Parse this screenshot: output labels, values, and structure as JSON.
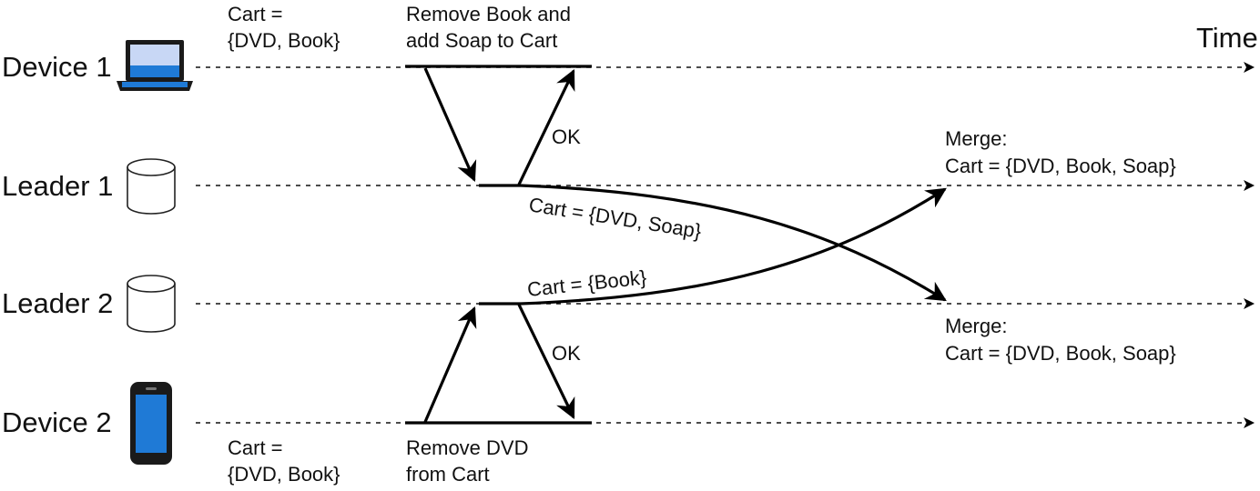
{
  "lanes": {
    "device1": "Device 1",
    "leader1": "Leader 1",
    "leader2": "Leader 2",
    "device2": "Device 2"
  },
  "time_label": "Time",
  "device1_state": [
    "Cart =",
    "{DVD, Book}"
  ],
  "device1_action": [
    "Remove Book and",
    "add Soap to Cart"
  ],
  "device2_state": [
    "Cart =",
    "{DVD, Book}"
  ],
  "device2_action": [
    "Remove DVD",
    "from Cart"
  ],
  "ok_leader1": "OK",
  "ok_leader2": "OK",
  "msg_leader1_to_leader2": "Cart = {DVD, Soap}",
  "msg_leader2_to_leader1": "Cart = {Book}",
  "merge_leader1": [
    "Merge:",
    "Cart = {DVD, Book, Soap}"
  ],
  "merge_leader2": [
    "Merge:",
    "Cart = {DVD, Book, Soap}"
  ],
  "icons": {
    "device1": "laptop-icon",
    "leader1": "database-icon",
    "leader2": "database-icon",
    "device2": "smartphone-icon"
  },
  "colors": {
    "device_screen": "#1f7ad6",
    "device_screen_light": "#c8d7f5",
    "line": "#000000"
  }
}
